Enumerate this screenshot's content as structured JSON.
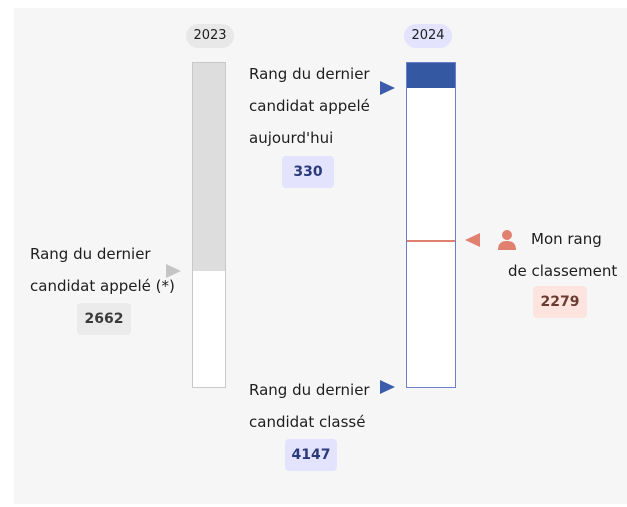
{
  "years": {
    "previous": "2023",
    "current": "2024"
  },
  "previous_year": {
    "label_line1": "Rang du dernier",
    "label_line2": "candidat appelé (*)",
    "value": "2662"
  },
  "current_year": {
    "today_line1": "Rang du dernier",
    "today_line2": "candidat appelé",
    "today_line3": "aujourd'hui",
    "today_value": "330",
    "last_line1": "Rang du dernier",
    "last_line2": "candidat classé",
    "last_value": "4147"
  },
  "my_rank": {
    "label_line1": "Mon rang",
    "label_line2": "de classement",
    "value": "2279",
    "icon": "user-icon"
  },
  "scale": {
    "max_rank": 4147
  },
  "colors": {
    "current_fill": "#3558a2",
    "current_border": "#6b80c9",
    "my_rank": "#e1806e",
    "previous_fill": "#dddddd"
  }
}
